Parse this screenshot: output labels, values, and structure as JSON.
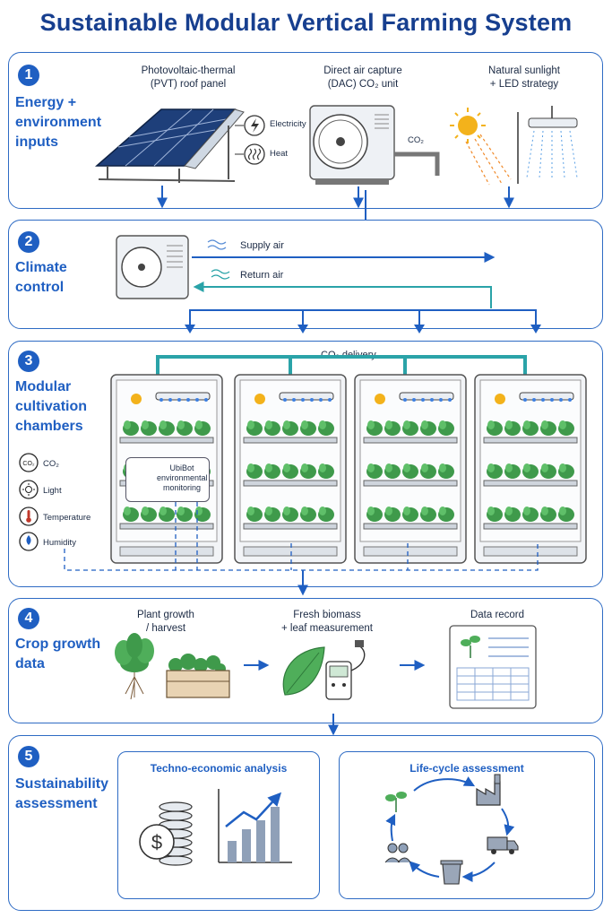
{
  "title": "Sustainable Modular Vertical Farming System",
  "sections": [
    {
      "number": "1",
      "title": "Energy +\nenvironment\ninputs",
      "items": [
        {
          "label": "Photovoltaic-thermal\n(PVT) roof panel",
          "outputs": [
            "Electricity",
            "Heat"
          ]
        },
        {
          "label": "Direct air capture\n(DAC) CO₂ unit",
          "output": "CO₂"
        },
        {
          "label": "Natural sunlight\n+ LED strategy"
        }
      ]
    },
    {
      "number": "2",
      "title": "Climate\ncontrol",
      "supply_air": "Supply air",
      "return_air": "Return air"
    },
    {
      "number": "3",
      "title": "Modular\ncultivation\nchambers",
      "co2_delivery": "CO₂ delivery",
      "sensor_label": "UbiBot\nenvironmental\nmonitoring",
      "chamber_count": 4,
      "parameters": [
        {
          "icon": "co2-icon",
          "label": "CO₂"
        },
        {
          "icon": "sun-icon",
          "label": "Light"
        },
        {
          "icon": "thermometer-icon",
          "label": "Temperature"
        },
        {
          "icon": "water-drop-icon",
          "label": "Humidity"
        }
      ]
    },
    {
      "number": "4",
      "title": "Crop growth\ndata",
      "steps": [
        {
          "label": "Plant growth\n/ harvest"
        },
        {
          "label": "Fresh biomass\n+ leaf measurement"
        },
        {
          "label": "Data record"
        }
      ]
    },
    {
      "number": "5",
      "title": "Sustainability\nassessment",
      "boxes": [
        {
          "title": "Techno-economic analysis"
        },
        {
          "title": "Life-cycle assessment"
        }
      ]
    }
  ],
  "colors": {
    "primary": "#1f5fc2",
    "pipe": "#2aa3a8",
    "leaf": "#3f9a4b",
    "sun": "#f3b21b"
  }
}
